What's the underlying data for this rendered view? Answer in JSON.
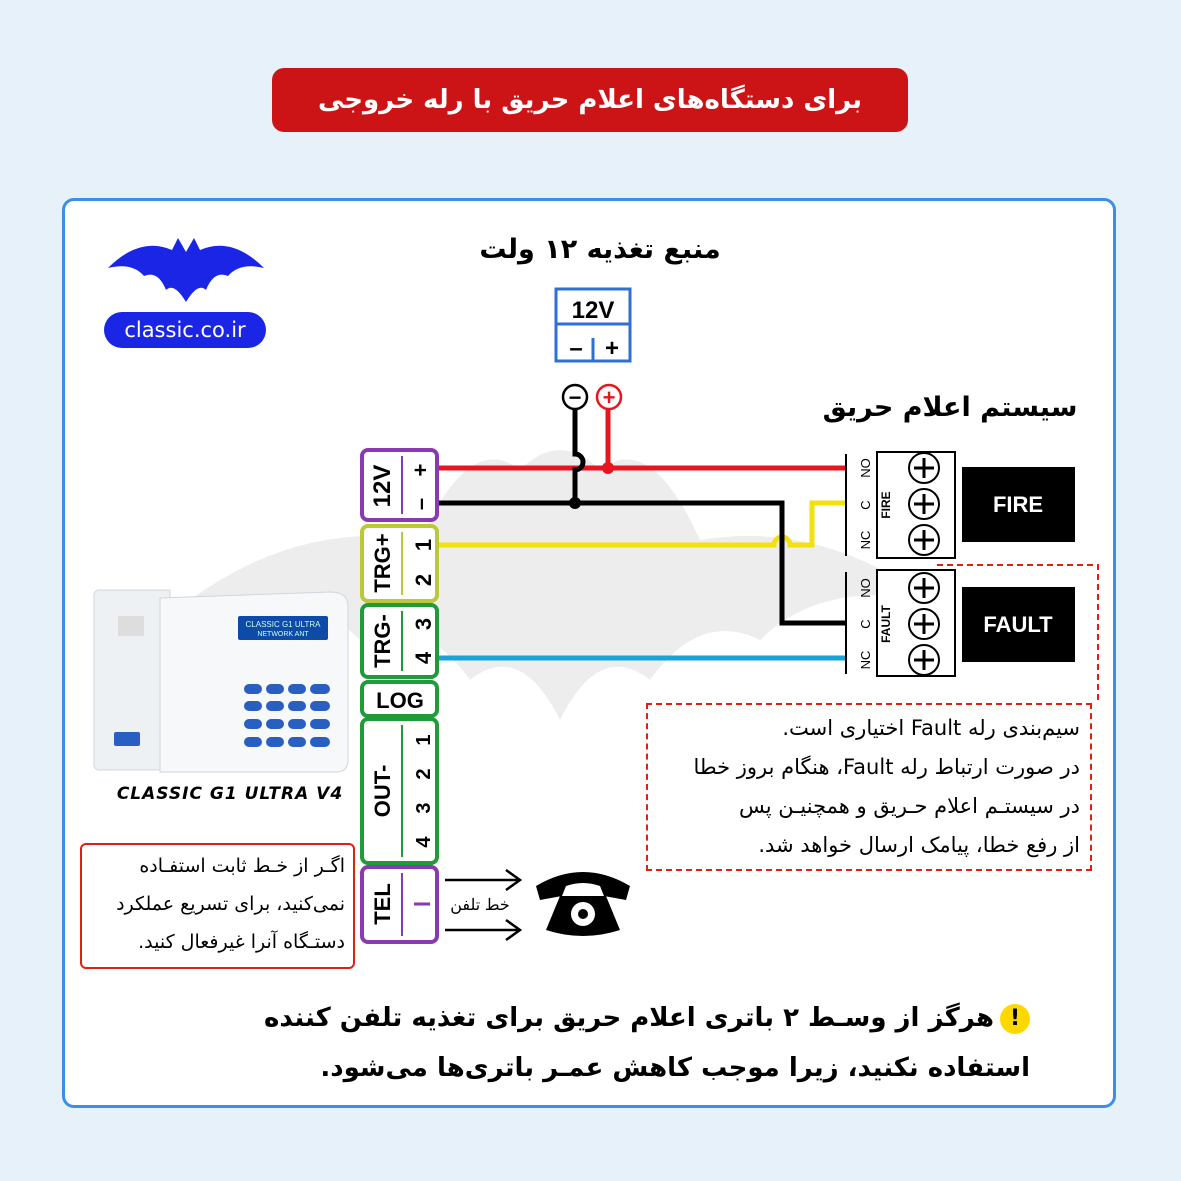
{
  "title": "برای دستگاه‌های اعلام حریق با رله خروجی",
  "brand": {
    "website": "classic.co.ir",
    "logo_icon": "bat-logo-icon"
  },
  "power_supply": {
    "title": "منبع تغذیه ۱۲ ولت",
    "label": "12V",
    "minus": "–",
    "plus": "+",
    "minus_symbol": "−",
    "plus_symbol": "+"
  },
  "fire_system": {
    "title": "سیستم اعلام حریق",
    "fire_relay": {
      "name": "FIRE",
      "relay_label": "FIRE",
      "no": "NO",
      "c": "C",
      "nc": "NC"
    },
    "fault_relay": {
      "name": "FAULT",
      "relay_label": "FAULT",
      "no": "NO",
      "c": "C",
      "nc": "NC"
    }
  },
  "device": {
    "name": "CLASSIC G1 ULTRA V4",
    "lcd_line1": "CLASSIC G1 ULTRA",
    "lcd_line2": "NETWORK  ANT"
  },
  "terminals": {
    "power": {
      "label": "12V",
      "pin_plus": "+",
      "pin_minus": "–"
    },
    "trg_plus": {
      "label": "TRG+",
      "pin1": "1",
      "pin2": "2"
    },
    "trg_minus": {
      "label": "TRG-",
      "pin3": "3",
      "pin4": "4"
    },
    "log": {
      "label": "LOG"
    },
    "out": {
      "label": "OUT-",
      "pin1": "1",
      "pin2": "2",
      "pin3": "3",
      "pin4": "4"
    },
    "tel": {
      "label": "TEL"
    }
  },
  "phone": {
    "line_label": "خط تلفن",
    "icon": "telephone-icon"
  },
  "fault_note": {
    "line1": "سیم‌بندی رله Fault اختیاری است.",
    "line2": "در صورت ارتباط رله Fault، هنگام بروز خطا",
    "line3": "در سیستـم اعلام حـریق و همچنیـن پس",
    "line4": "از رفع خطا، پیامک ارسال خواهد شد."
  },
  "tel_note": {
    "line1": "اگـر از خـط ثابت استفـاده",
    "line2": "نمی‌کنید، برای تسریع عملکرد",
    "line3": "دستـگاه آنرا غیرفعال کنید."
  },
  "warning": {
    "icon": "!",
    "line1": "هرگز از وسـط ۲ باتری اعلام حریق برای تغذیه تلفن کننده",
    "line2": "استفاده نکنید، زیرا موجب کاهش عمـر باتری‌ها می‌شود."
  },
  "colors": {
    "banner": "#cc1416",
    "panel_border": "#3b8fe6",
    "brand_blue": "#1a25e6",
    "wire_red": "#e8141e",
    "wire_black": "#000000",
    "wire_yellow": "#f1e10f",
    "wire_cyan": "#1aa3d9",
    "terminal_purple": "#8a3ab0",
    "terminal_yellowgreen": "#b9c93a",
    "terminal_green": "#1f9b3a"
  }
}
